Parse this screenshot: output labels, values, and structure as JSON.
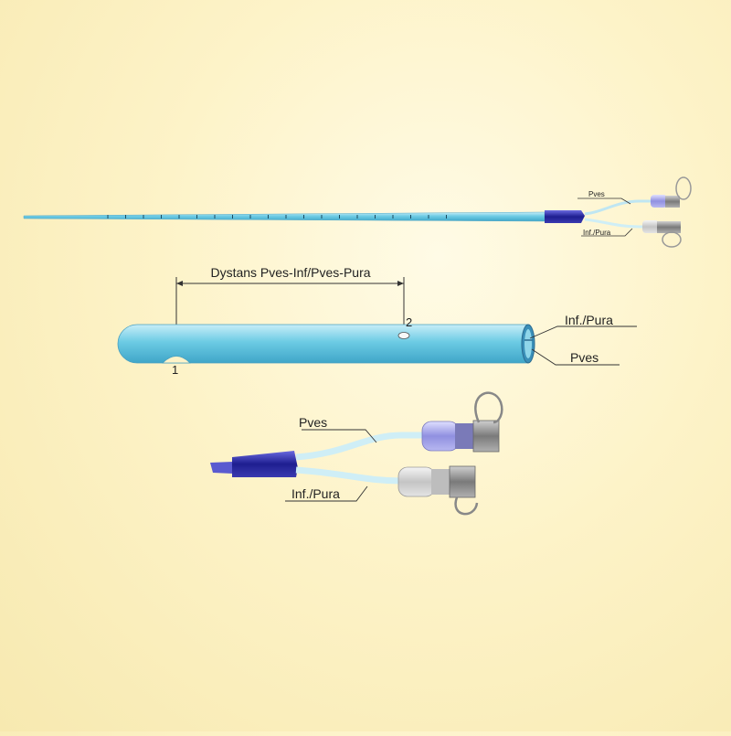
{
  "labels": {
    "overview_pves": "Pves",
    "overview_inf_pura": "Inf./Pura",
    "distance_caption": "Dystans Pves-Inf/Pves-Pura",
    "hole_1": "1",
    "hole_2": "2",
    "lumen_inf_pura": "Inf./Pura",
    "lumen_pves": "Pves",
    "connector_pves": "Pves",
    "connector_inf_pura": "Inf./Pura"
  },
  "colors": {
    "background": "#fdf3c8",
    "tube": "#7fd0e6",
    "hub": "#2a2aa0",
    "pves_connector": "#9a9ae0",
    "inf_connector": "#d8d8d8",
    "cap": "#8a8a8a"
  }
}
